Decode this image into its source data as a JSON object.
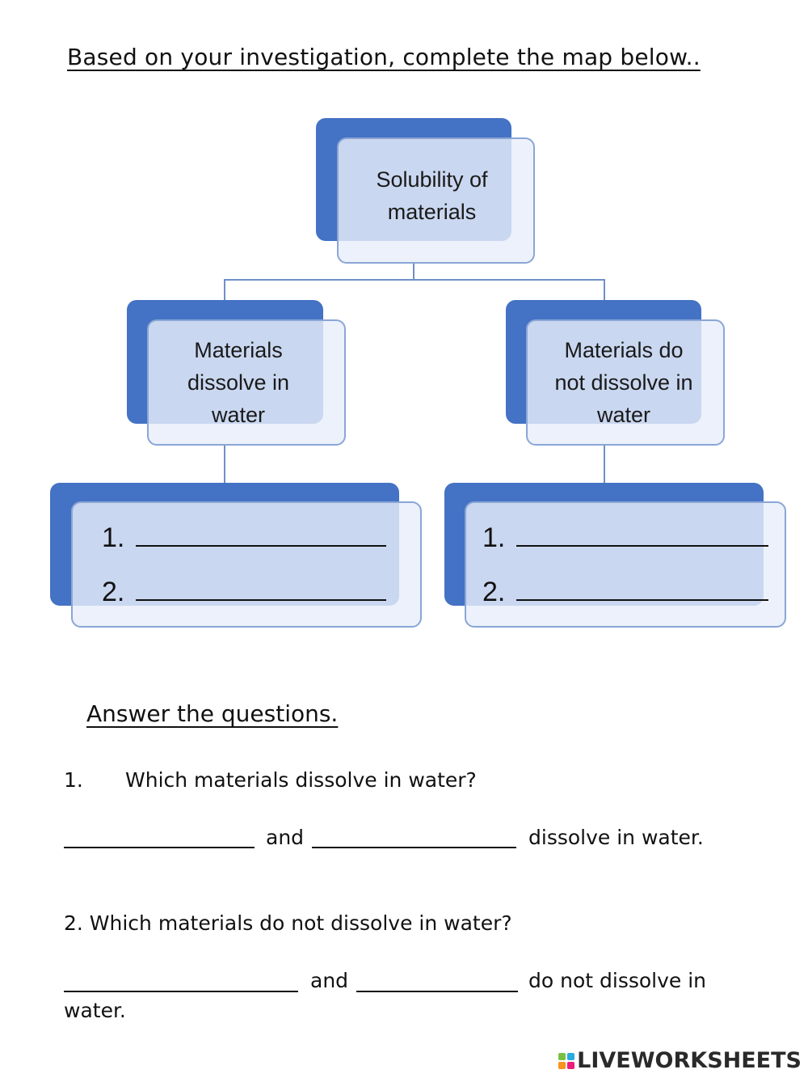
{
  "header": {
    "title": "Based on your investigation, complete the map below.."
  },
  "concept_map": {
    "root": {
      "line1": "Solubility of",
      "line2": "materials"
    },
    "left": {
      "line1": "Materials",
      "line2": "dissolve in",
      "line3": "water"
    },
    "right": {
      "line1": "Materials do",
      "line2": "not dissolve in",
      "line3": "water"
    },
    "left_list": {
      "item1": "1.",
      "item2": "2."
    },
    "right_list": {
      "item1": "1.",
      "item2": "2."
    }
  },
  "questions": {
    "section_title": "Answer the questions.",
    "q1": {
      "number": "1.",
      "text": "Which materials dissolve in water?",
      "connector": "and",
      "tail": "dissolve in water."
    },
    "q2": {
      "text": "2. Which materials do not dissolve in water?",
      "connector": "and",
      "tail": "do not dissolve in",
      "tail2": "water."
    }
  },
  "branding": {
    "logo_text": "LIVEWORKSHEETS"
  },
  "colors": {
    "node_blue": "#4472c4",
    "node_fill": "#e8eefa",
    "node_border": "#8aa6d6"
  }
}
